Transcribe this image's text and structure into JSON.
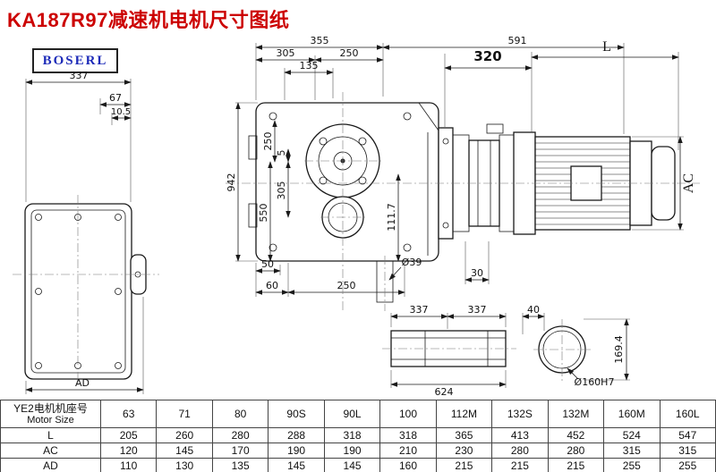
{
  "page": {
    "title": "KA187R97减速机电机尺寸图纸",
    "logo": "BOSERL"
  },
  "colors": {
    "title_red": "#cc0000",
    "logo_blue": "#1d2bb8",
    "line_black": "#1a1a1a"
  },
  "dims": {
    "top_355": "355",
    "top_591": "591",
    "top_305": "305",
    "top_250": "250",
    "top_135": "135",
    "motor_320": "320",
    "motor_L": "L",
    "motor_AC": "AC",
    "left_337": "337",
    "left_67": "67",
    "left_10_5": "10.5",
    "left_AD": "AD",
    "main_942": "942",
    "main_550": "550",
    "main_305": "305",
    "main_250": "250",
    "main_5": "5",
    "main_111_7": "111.7",
    "bottom_50": "50",
    "bottom_60": "60",
    "bottom_250": "250",
    "bottom_dia39": "Ø39",
    "bottom_30": "30",
    "shaft_337_left": "337",
    "shaft_337_right": "337",
    "shaft_624": "624",
    "bore_40": "40",
    "bore_169_4": "169.4",
    "bore_dia160": "Ø160H7"
  },
  "table": {
    "header_cn": "YE2电机机座号",
    "header_en": "Motor Size",
    "columns": [
      "63",
      "71",
      "80",
      "90S",
      "90L",
      "100",
      "112M",
      "132S",
      "132M",
      "160M",
      "160L"
    ],
    "rows": [
      {
        "label": "L",
        "values": [
          "205",
          "260",
          "280",
          "288",
          "318",
          "318",
          "365",
          "413",
          "452",
          "524",
          "547"
        ]
      },
      {
        "label": "AC",
        "values": [
          "120",
          "145",
          "170",
          "190",
          "190",
          "210",
          "230",
          "280",
          "280",
          "315",
          "315"
        ]
      },
      {
        "label": "AD",
        "values": [
          "110",
          "130",
          "135",
          "145",
          "145",
          "160",
          "215",
          "215",
          "215",
          "255",
          "255"
        ]
      }
    ]
  }
}
